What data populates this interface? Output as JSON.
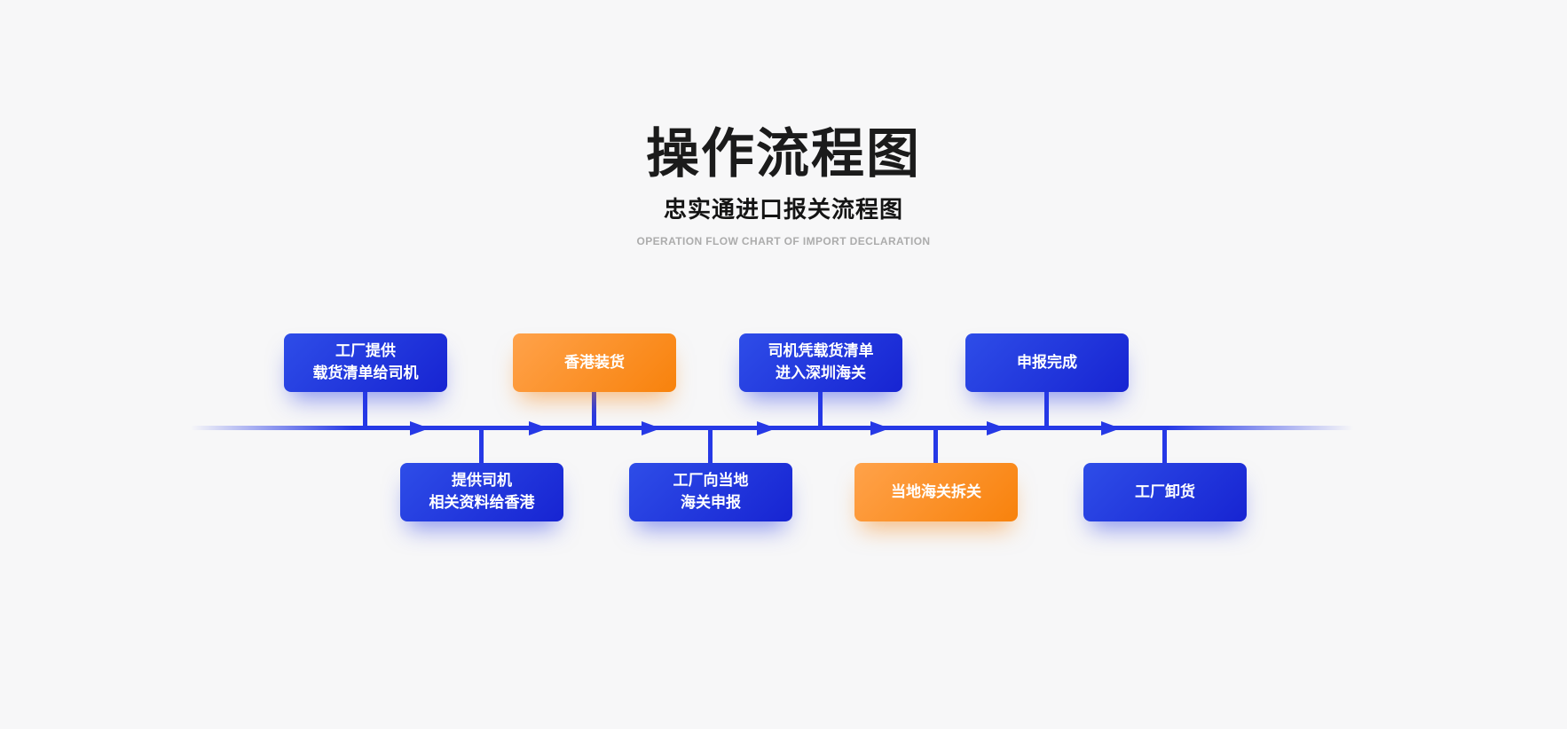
{
  "header": {
    "title": "操作流程图",
    "subtitle": "忠实通进口报关流程图",
    "caption_en": "OPERATION FLOW CHART OF IMPORT DECLARATION"
  },
  "colors": {
    "background": "#f7f7f8",
    "blue_gradient_start": "#2e4de8",
    "blue_gradient_end": "#1724d2",
    "orange_gradient_start": "#ffa24a",
    "orange_gradient_end": "#f8820c",
    "timeline_blue": "#2639e6",
    "title_color": "#1b1b1b",
    "caption_color": "#acacac",
    "box_text_color": "#ffffff"
  },
  "flow": {
    "direction": "left-to-right",
    "timeline_arrow_count": 7,
    "steps": [
      {
        "order": 1,
        "row": "top",
        "color": "blue",
        "lines": [
          "工厂提供",
          "载货清单给司机"
        ]
      },
      {
        "order": 2,
        "row": "bottom",
        "color": "blue",
        "lines": [
          "提供司机",
          "相关资料给香港"
        ]
      },
      {
        "order": 3,
        "row": "top",
        "color": "orange",
        "lines": [
          "香港装货"
        ]
      },
      {
        "order": 4,
        "row": "bottom",
        "color": "blue",
        "lines": [
          "工厂向当地",
          "海关申报"
        ]
      },
      {
        "order": 5,
        "row": "top",
        "color": "blue",
        "lines": [
          "司机凭载货清单",
          "进入深圳海关"
        ]
      },
      {
        "order": 6,
        "row": "bottom",
        "color": "orange",
        "lines": [
          "当地海关拆关"
        ]
      },
      {
        "order": 7,
        "row": "top",
        "color": "blue",
        "lines": [
          "申报完成"
        ]
      },
      {
        "order": 8,
        "row": "bottom",
        "color": "blue",
        "lines": [
          "工厂卸货"
        ]
      }
    ]
  }
}
